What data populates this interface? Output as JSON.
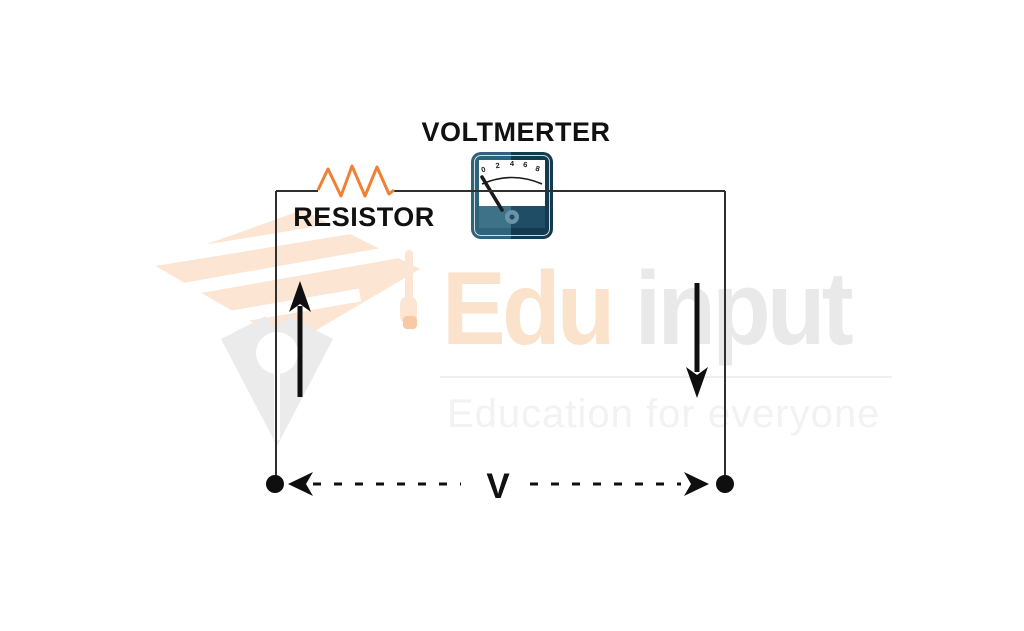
{
  "diagram": {
    "voltmeter_label": "VOLTMERTER",
    "resistor_label": "RESISTOR",
    "voltage_label": "V"
  },
  "meter": {
    "scale_ticks": [
      "0",
      "2",
      "4",
      "6",
      "8"
    ]
  },
  "watermark": {
    "brand_primary": "Edu",
    "brand_secondary": "input",
    "tagline": "Education for everyone"
  },
  "colors": {
    "wire": "#2f2f2f",
    "resistor_orange": "#f08034",
    "arrow_black": "#0f0f0f",
    "meter_frame_light": "#2e6379",
    "meter_frame_dark": "#143a50",
    "meter_panel_light": "#3d7289",
    "meter_panel_dark": "#1e4d65",
    "watermark_peach": "#fce5d3",
    "watermark_tassel_tip": "#f8c9a4",
    "watermark_gray": "#ebebeb",
    "brand_peach": "#fbe2cb",
    "brand_gray": "#e9e9e9"
  }
}
